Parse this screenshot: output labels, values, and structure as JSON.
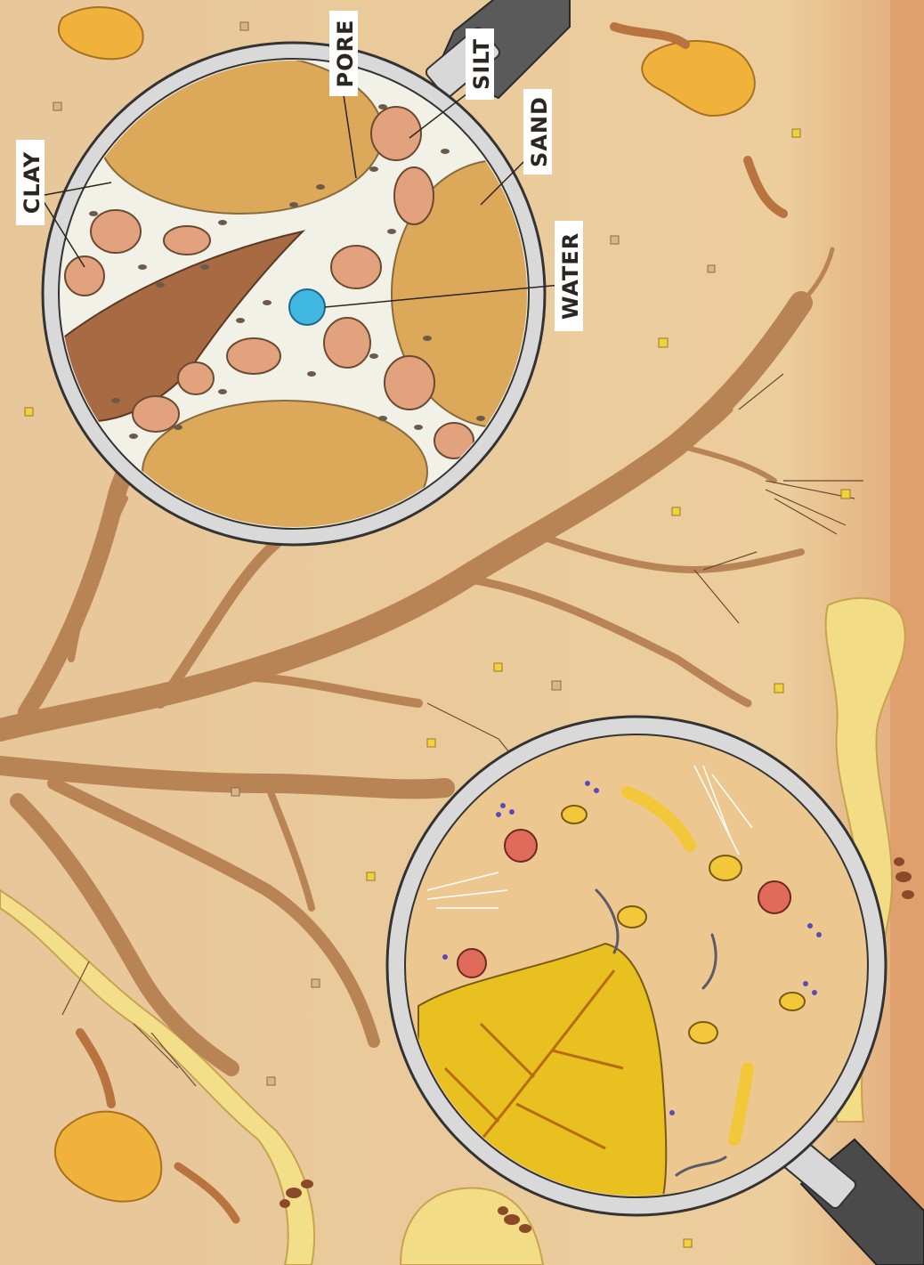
{
  "labels": {
    "clay": "CLAY",
    "pore": "PORE",
    "silt": "SILT",
    "sand": "SAND",
    "water": "WATER"
  },
  "colors": {
    "soil": "#e9c99a",
    "root": "#c08a5a",
    "sand_grain": "#d9a85a",
    "silt_grain": "#e3a27e",
    "clay_particle": "#6b5a4a",
    "water": "#3fb7e0",
    "pore": "#f4f3ec",
    "lens_rim": "#cfcfcf",
    "lens_handle": "#555555",
    "leaf": "#e8c020"
  }
}
